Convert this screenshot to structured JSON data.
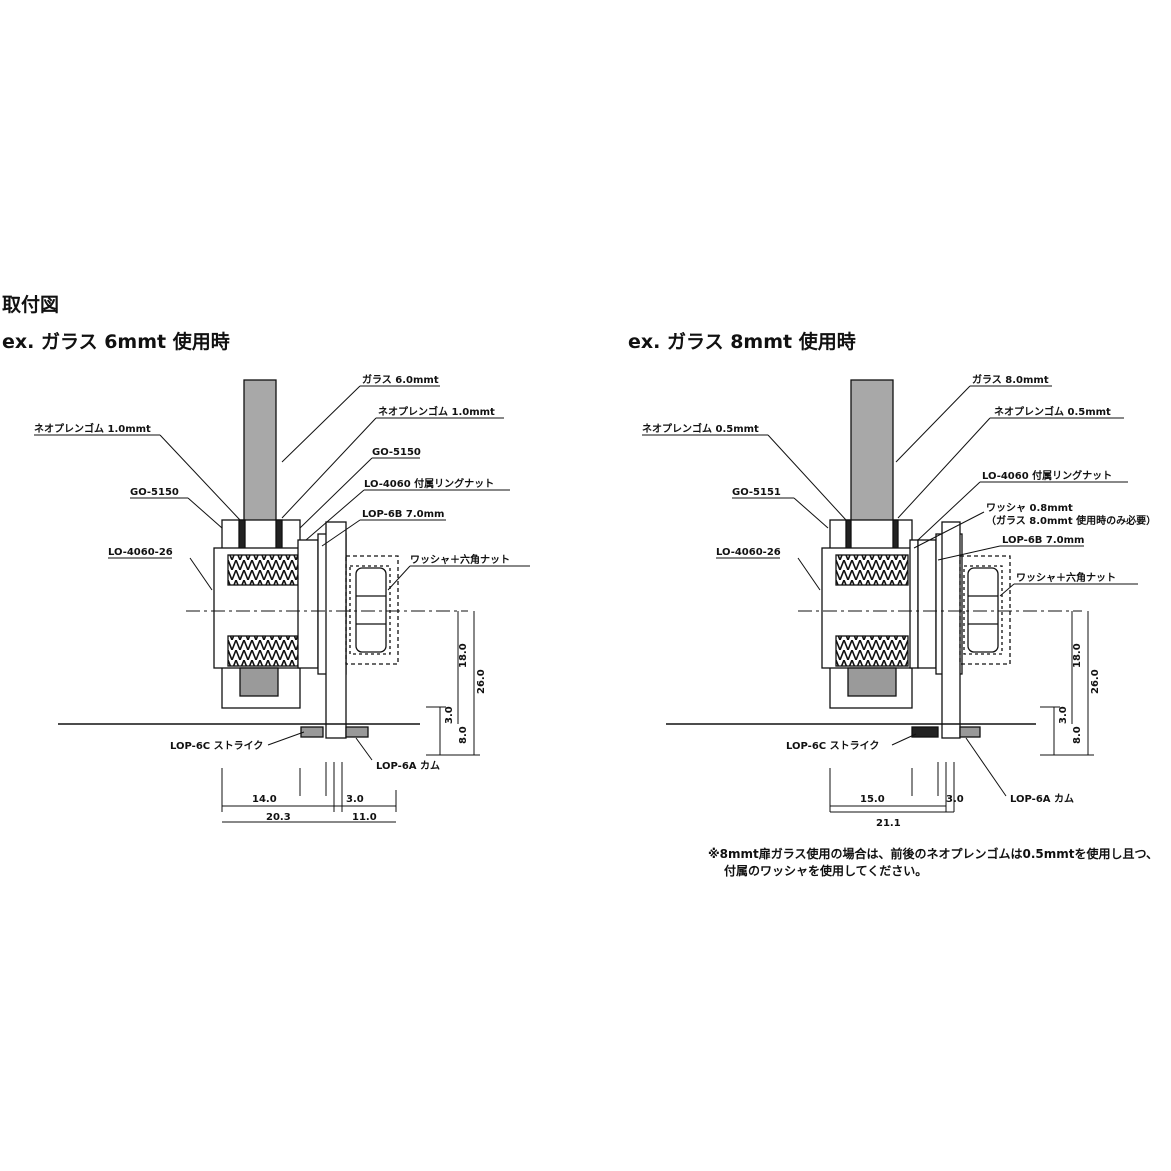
{
  "page_title": "取付図",
  "left": {
    "heading": "ex. ガラス 6mmt 使用時",
    "labels": {
      "glass": "ガラス 6.0mmt",
      "neo_right": "ネオプレンゴム 1.0mmt",
      "neo_left": "ネオプレンゴム 1.0mmt",
      "go_right": "GO-5150",
      "go_left": "GO-5150",
      "ringnut": "LO-4060 付属リングナット",
      "lop6b": "LOP-6B 7.0mm",
      "lo4060": "LO-4060-26",
      "washer_nut": "ワッシャ＋六角ナット",
      "strike": "LOP-6C ストライク",
      "cam": "LOP-6A カム"
    },
    "dims": {
      "d18": "18.0",
      "d26": "26.0",
      "d3v": "3.0",
      "d8": "8.0",
      "d14": "14.0",
      "d3h": "3.0",
      "d203": "20.3",
      "d11": "11.0"
    }
  },
  "right": {
    "heading": "ex. ガラス 8mmt 使用時",
    "labels": {
      "glass": "ガラス 8.0mmt",
      "neo_right": "ネオプレンゴム 0.5mmt",
      "neo_left": "ネオプレンゴム 0.5mmt",
      "go_left": "GO-5151",
      "ringnut": "LO-4060 付属リングナット",
      "washer": "ワッシャ 0.8mmt",
      "washer_note": "（ガラス 8.0mmt 使用時のみ必要）",
      "lop6b": "LOP-6B 7.0mm",
      "lo4060": "LO-4060-26",
      "washer_nut": "ワッシャ＋六角ナット",
      "strike": "LOP-6C ストライク",
      "cam": "LOP-6A カム"
    },
    "dims": {
      "d18": "18.0",
      "d26": "26.0",
      "d3v": "3.0",
      "d8": "8.0",
      "d15": "15.0",
      "d3h": "3.0",
      "d211": "21.1"
    }
  },
  "note": {
    "line1": "※8mmt扉ガラス使用の場合は、前後のネオプレンゴムは0.5mmtを使用し且つ、",
    "line2": "付属のワッシャを使用してください。"
  }
}
